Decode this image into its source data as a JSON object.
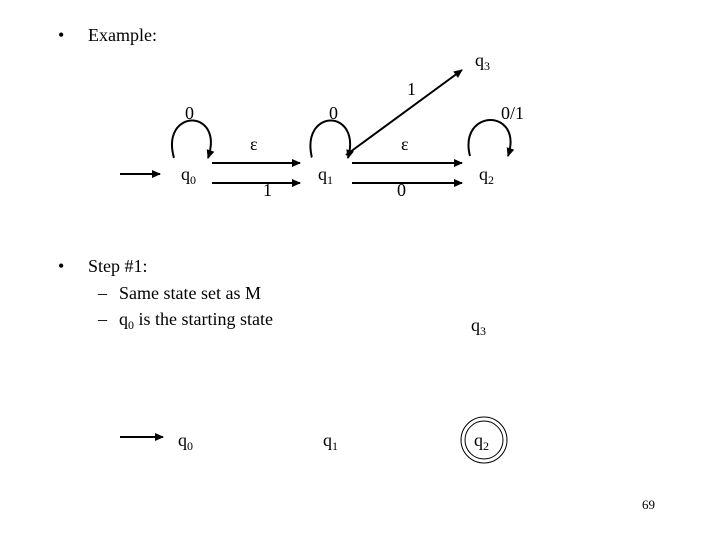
{
  "bullets": {
    "example": "Example:",
    "step1": "Step #1:",
    "sub_items": [
      {
        "text": "Same state set as M",
        "sub": ""
      },
      {
        "text": " is the starting state",
        "prefix": "q",
        "sub": "0"
      }
    ]
  },
  "states_top": [
    {
      "base": "q",
      "sub": "0"
    },
    {
      "base": "q",
      "sub": "1"
    },
    {
      "base": "q",
      "sub": "2"
    },
    {
      "base": "q",
      "sub": "3"
    }
  ],
  "states_bottom": [
    {
      "base": "q",
      "sub": "0"
    },
    {
      "base": "q",
      "sub": "1"
    },
    {
      "base": "q",
      "sub": "2"
    },
    {
      "base": "q",
      "sub": "3"
    }
  ],
  "edge_labels": {
    "q0_loop": "0",
    "q1_loop": "0",
    "q2_loop": "0/1",
    "q0_q1_eps": "ε",
    "q0_q1_one": "1",
    "q1_q2_eps": "ε",
    "q1_q2_zero": "0",
    "q1_q3_one": "1"
  },
  "dash": "–",
  "bullet": "•",
  "page_number": "69"
}
